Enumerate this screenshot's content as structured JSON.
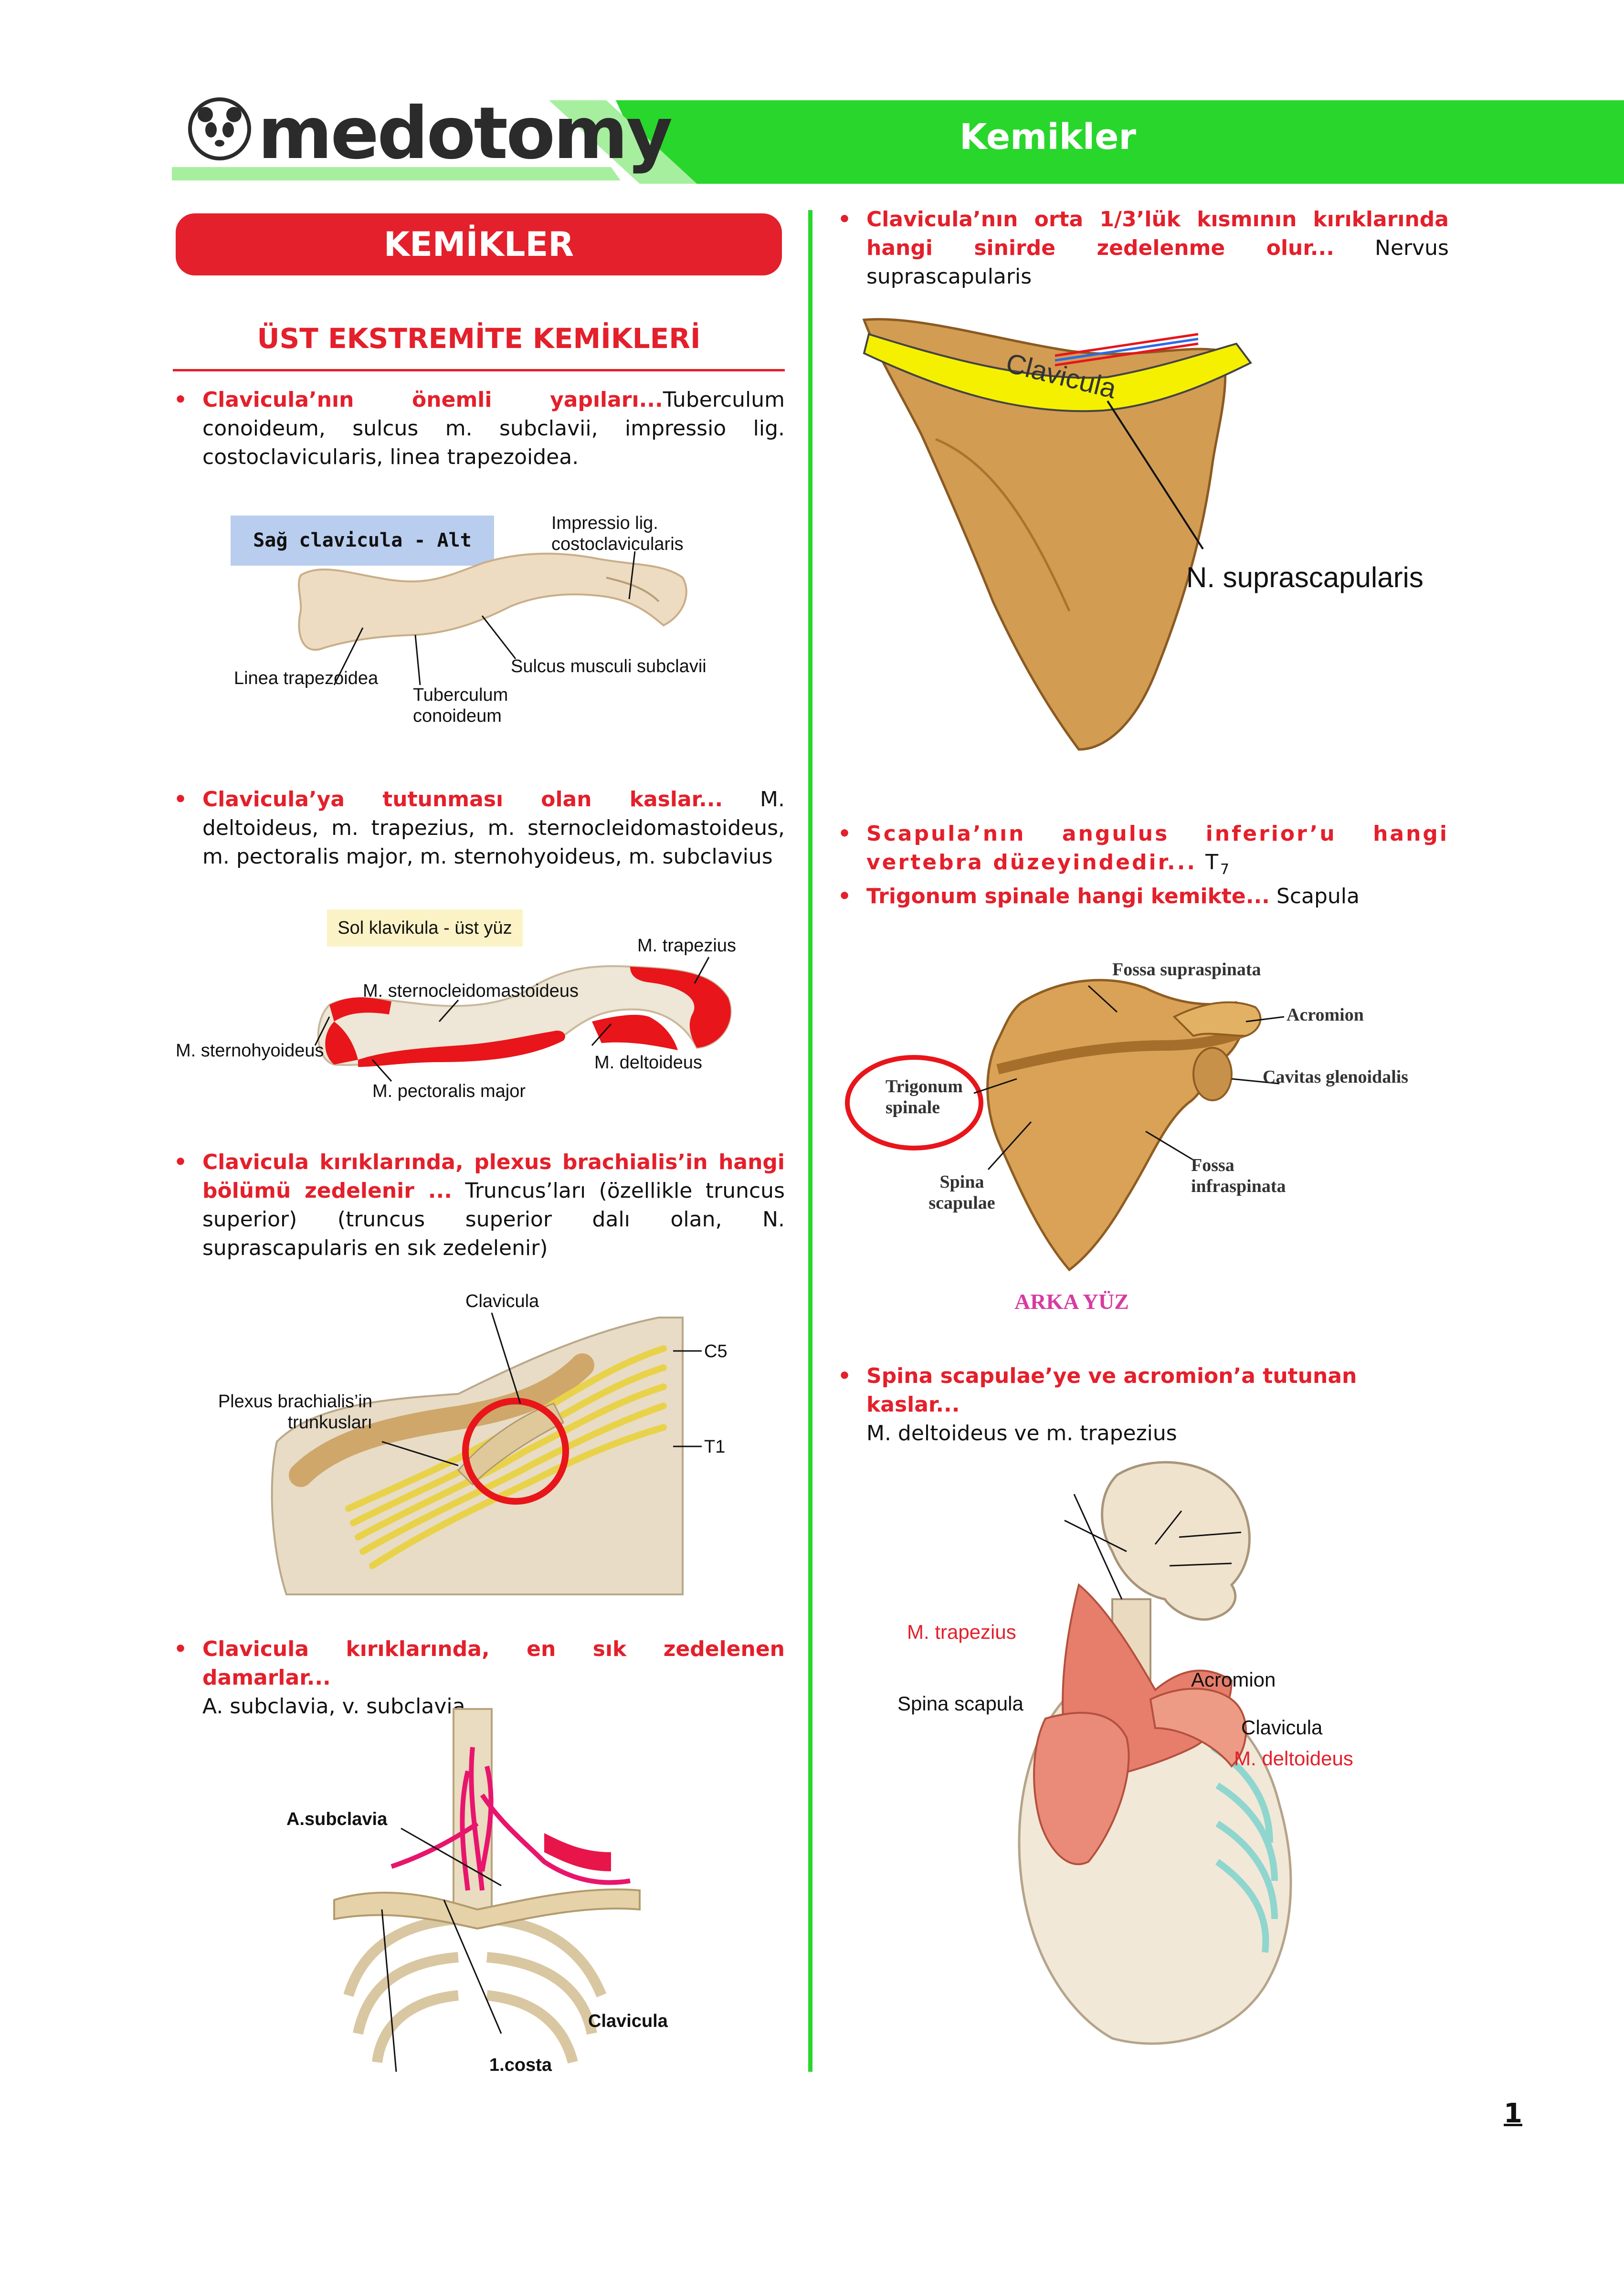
{
  "header": {
    "brand": "medotomy",
    "title": "Kemikler"
  },
  "section": {
    "title": "KEMİKLER",
    "subtitle": "ÜST EKSTREMİTE KEMİKLERİ"
  },
  "left_column": [
    {
      "question": "Clavicula’nın önemli yapıları...",
      "answer": "Tuberculum conoideum, sulcus m. subclavii, impressio lig. costoclavicularis, linea trapezoidea."
    },
    {
      "question": "Clavicula’ya tutunması olan kaslar...",
      "answer": "M. deltoideus, m. trapezius, m. sternocleidomastoideus, m. pectoralis major, m. sternohyoideus, m. subclavius"
    },
    {
      "question": "Clavicula kırıklarında, plexus brachialis’in hangi bölümü zedelenir ...",
      "answer": "Truncus’ları (özellikle truncus superior) (truncus superior dalı olan, N. suprascapularis en sık zedelenir)"
    },
    {
      "question": "Clavicula kırıklarında, en sık zedelenen damarlar...",
      "answer": "A. subclavia, v. subclavia"
    }
  ],
  "right_column": [
    {
      "question": "Clavicula’nın orta 1/3’lük kısmının kırıklarında hangi sinirde zedelenme olur...",
      "answer": "Nervus suprascapularis"
    },
    {
      "question": "Scapula’nın angulus inferior’u hangi vertebra düzeyindedir...",
      "answer_main": "T",
      "answer_sub": "7"
    },
    {
      "question": "Trigonum spinale hangi kemikte...",
      "answer": "Scapula"
    },
    {
      "question": "Spina scapulae’ye ve acromion’a tutunan kaslar...",
      "answer": "M. deltoideus ve m. trapezius"
    }
  ],
  "figures": {
    "clavicle_inferior": {
      "caption": "Sağ clavicula - Alt yüz",
      "labels": {
        "impressio": "Impressio lig. costoclavicularis",
        "sulcus": "Sulcus musculi subclavii",
        "linea": "Linea trapezoidea",
        "tuberculum": "Tuberculum conoideum"
      }
    },
    "clavicle_superior": {
      "caption": "Sol klavikula - üst yüz",
      "labels": {
        "trapezius": "M. trapezius",
        "scm": "M. sternocleidomastoideus",
        "sternohyoid": "M. sternohyoideus",
        "deltoid": "M. deltoideus",
        "pectoralis": "M. pectoralis major"
      }
    },
    "plexus": {
      "labels": {
        "clavicula": "Clavicula",
        "c5": "C5",
        "t1": "T1",
        "plexus": "Plexus brachialis’in trunkusları"
      }
    },
    "vessels": {
      "labels": {
        "a_subclavia": "A.subclavia",
        "clavicula": "Clavicula",
        "costa": "1.costa"
      }
    },
    "suprascapular": {
      "labels": {
        "clavicula": "Clavicula",
        "nerve": "N. suprascapularis"
      }
    },
    "scapula_posterior": {
      "caption": "ARKA YÜZ",
      "labels": {
        "fossa_supra": "Fossa supraspinata",
        "acromion": "Acromion",
        "cavitas": "Cavitas glenoidalis",
        "trigonum": "Trigonum spinale",
        "spina": "Spina scapulae",
        "fossa_infra": "Fossa infraspinata"
      }
    },
    "skeleton_muscles": {
      "labels": {
        "trapezius": "M. trapezius",
        "acromion": "Acromion",
        "spina": "Spina scapula",
        "clavicula": "Clavicula",
        "deltoid": "M. deltoideus"
      }
    }
  },
  "colors": {
    "accent_red": "#e3202b",
    "accent_green": "#29d62c",
    "bone": "#d8a35c"
  },
  "page_number": "1"
}
